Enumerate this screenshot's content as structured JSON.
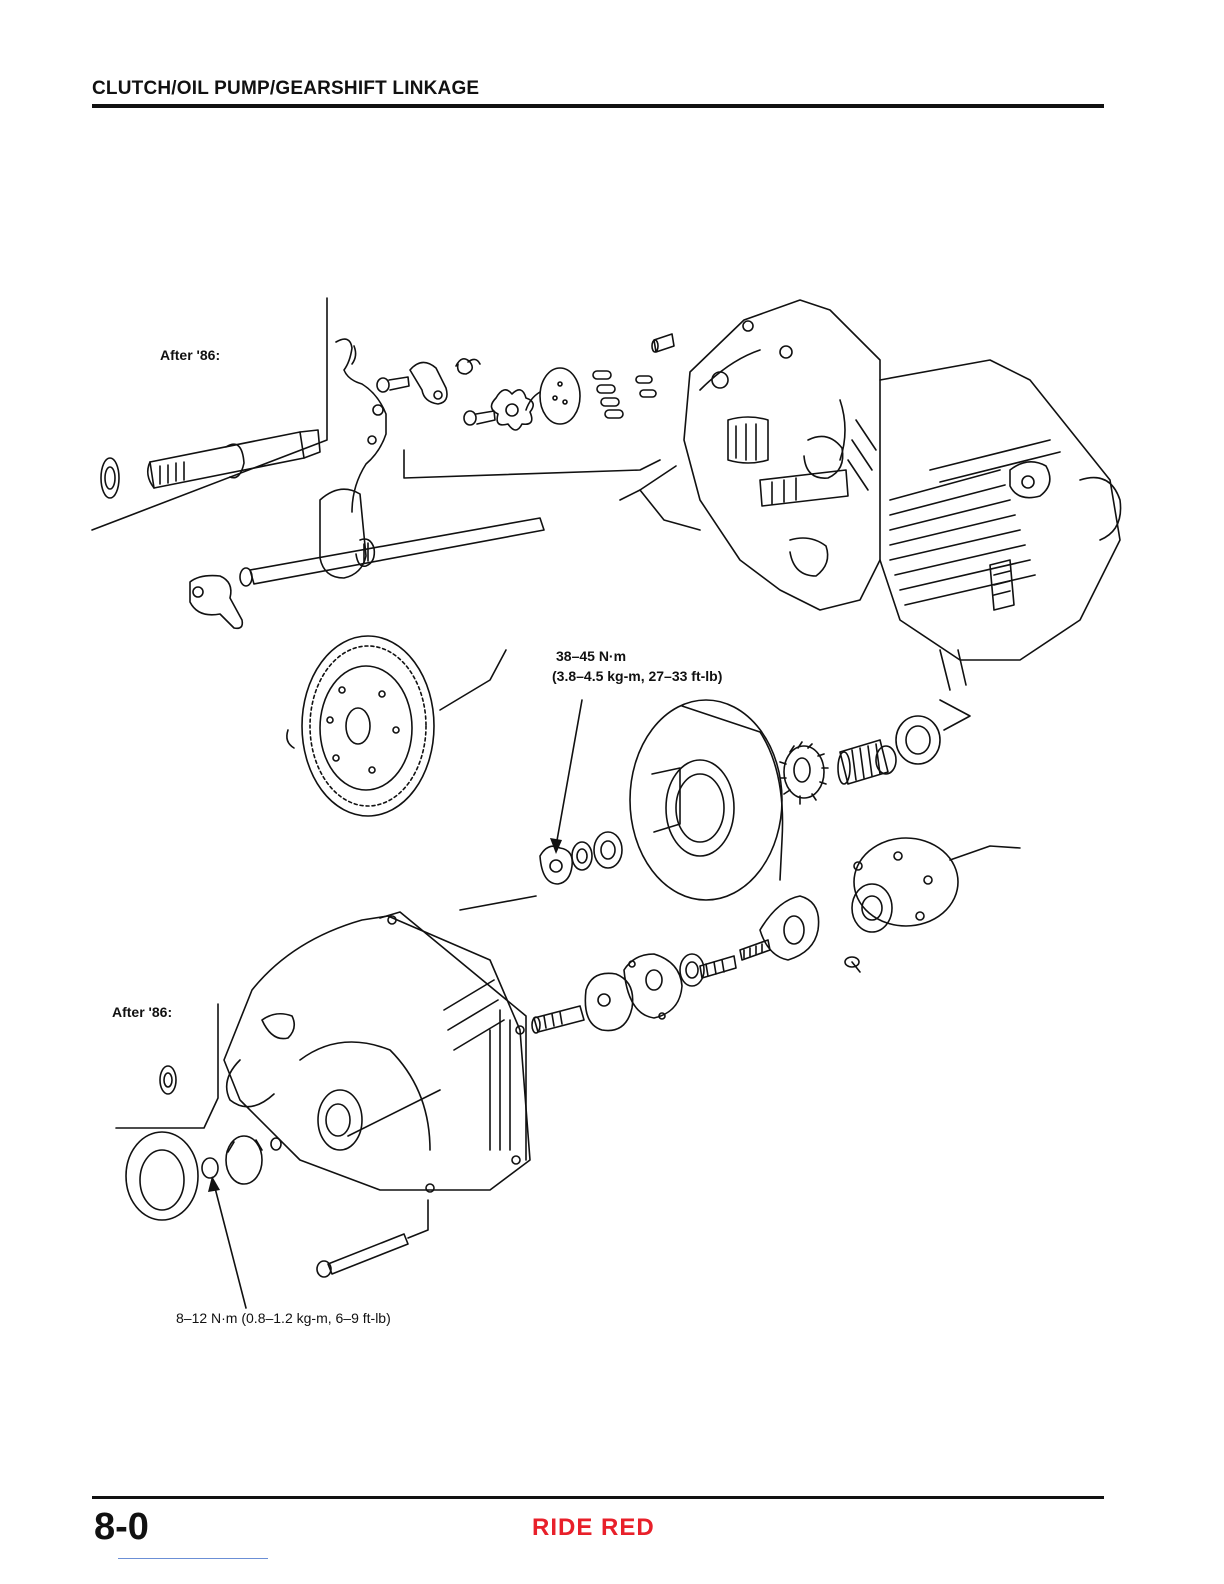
{
  "header": {
    "title": "CLUTCH/OIL PUMP/GEARSHIFT LINKAGE"
  },
  "labels": {
    "after86_top": "After '86:",
    "after86_bottom": "After '86:",
    "torque_clutch_line1": "38–45 N·m",
    "torque_clutch_line2": "(3.8–4.5 kg-m, 27–33 ft-lb)",
    "torque_cover": "8–12 N·m (0.8–1.2 kg-m, 6–9 ft-lb)"
  },
  "footer": {
    "page_number": "8-0",
    "brand": "RIDE RED"
  },
  "colors": {
    "brand": "#e8202a",
    "ink": "#111111"
  }
}
